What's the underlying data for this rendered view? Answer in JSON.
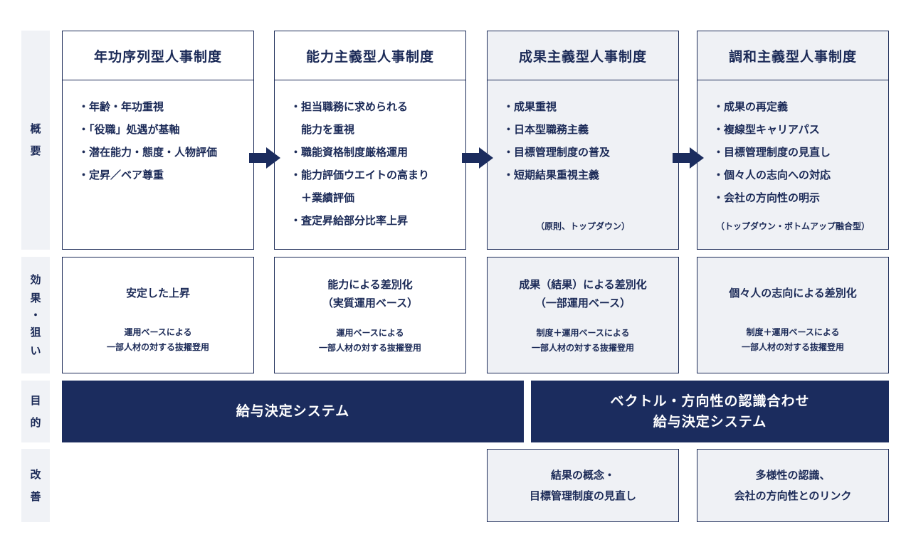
{
  "row_labels": {
    "overview": [
      "概",
      "要"
    ],
    "effect": [
      "効",
      "果",
      "・",
      "狙",
      "い"
    ],
    "purpose": [
      "目",
      "的"
    ],
    "improvement": [
      "改",
      "善"
    ]
  },
  "systems": [
    {
      "title": "年功序列型人事制度",
      "bullets": [
        "・年齢・年功重視",
        "・「役職」処遇が基軸",
        "・潜在能力・態度・人物評価",
        "・定昇／ベア尊重"
      ],
      "note": "",
      "effect_main": [
        "安定した上昇"
      ],
      "effect_sub": [
        "運用ベースによる",
        "一部人材の対する抜擢登用"
      ]
    },
    {
      "title": "能力主義型人事制度",
      "bullets": [
        "・担当職務に求められる",
        "　能力を重視",
        "・職能資格制度厳格運用",
        "・能力評価ウエイトの高まり",
        "　＋業績評価",
        "・査定昇給部分比率上昇"
      ],
      "note": "",
      "effect_main": [
        "能力による差別化",
        "（実質運用ベース）"
      ],
      "effect_sub": [
        "運用ベースによる",
        "一部人材の対する抜擢登用"
      ]
    },
    {
      "title": "成果主義型人事制度",
      "bullets": [
        "・成果重視",
        "・日本型職務主義",
        "・目標管理制度の普及",
        "・短期結果重視主義"
      ],
      "note": "（原則、トップダウン）",
      "effect_main": [
        "成果（結果）による差別化",
        "（一部運用ベース）"
      ],
      "effect_sub": [
        "制度＋運用ベースによる",
        "一部人材の対する抜擢登用"
      ]
    },
    {
      "title": "調和主義型人事制度",
      "bullets": [
        "・成果の再定義",
        "・複線型キャリアパス",
        "・目標管理制度の見直し",
        "・個々人の志向への対応",
        "・会社の方向性の明示"
      ],
      "note": "（トップダウン・ボトムアップ融合型）",
      "effect_main": [
        "個々人の志向による差別化"
      ],
      "effect_sub": [
        "制度＋運用ベースによる",
        "一部人材の対する抜擢登用"
      ]
    }
  ],
  "purpose": {
    "left": [
      "給与決定システム"
    ],
    "right": [
      "ベクトル・方向性の認識合わせ",
      "給与決定システム"
    ]
  },
  "improvement": {
    "col3": [
      "結果の概念・",
      "目標管理制度の見直し"
    ],
    "col4": [
      "多様性の認識、",
      "会社の方向性とのリンク"
    ]
  },
  "colors": {
    "navy": "#1b2c5e",
    "label_bg": "#f0f2f6",
    "tint_bg": "#eff1f5"
  },
  "icons": [
    "arrow-right-icon"
  ]
}
